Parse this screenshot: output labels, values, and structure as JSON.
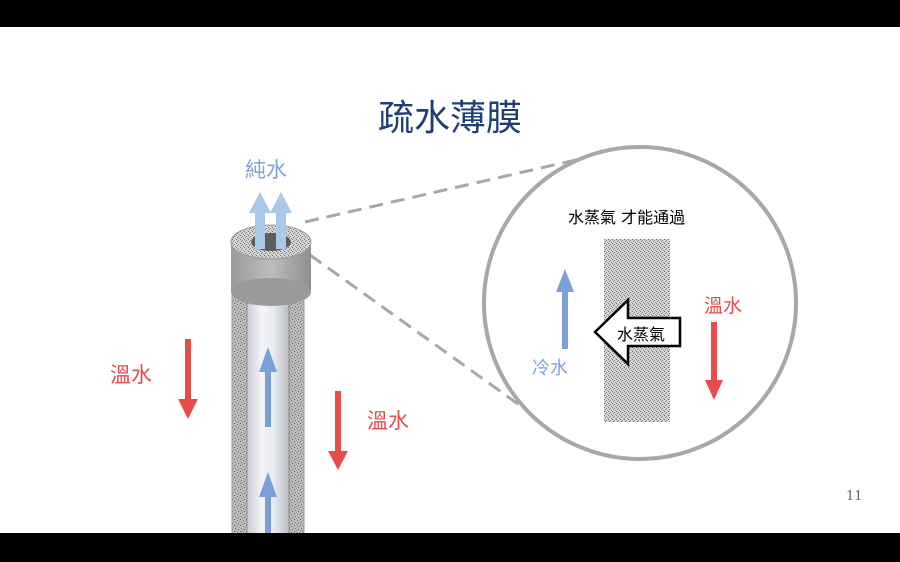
{
  "slide": {
    "title": "疏水薄膜",
    "page_number": "11"
  },
  "labels": {
    "pure_water": "純水",
    "warm_water_left": "溫水",
    "warm_water_middle": "溫水",
    "warm_water_zoom": "溫水",
    "cold_water": "冷水",
    "vapor_only_note": "水蒸氣 才能通過",
    "vapor_arrow_label": "水蒸氣"
  },
  "colors": {
    "title": "#1f3f73",
    "warm_arrow": "#e74c4c",
    "cold_arrow": "#7aa0d8",
    "pure_arrow": "#a9c8ea",
    "outline": "#a8a8a8"
  }
}
